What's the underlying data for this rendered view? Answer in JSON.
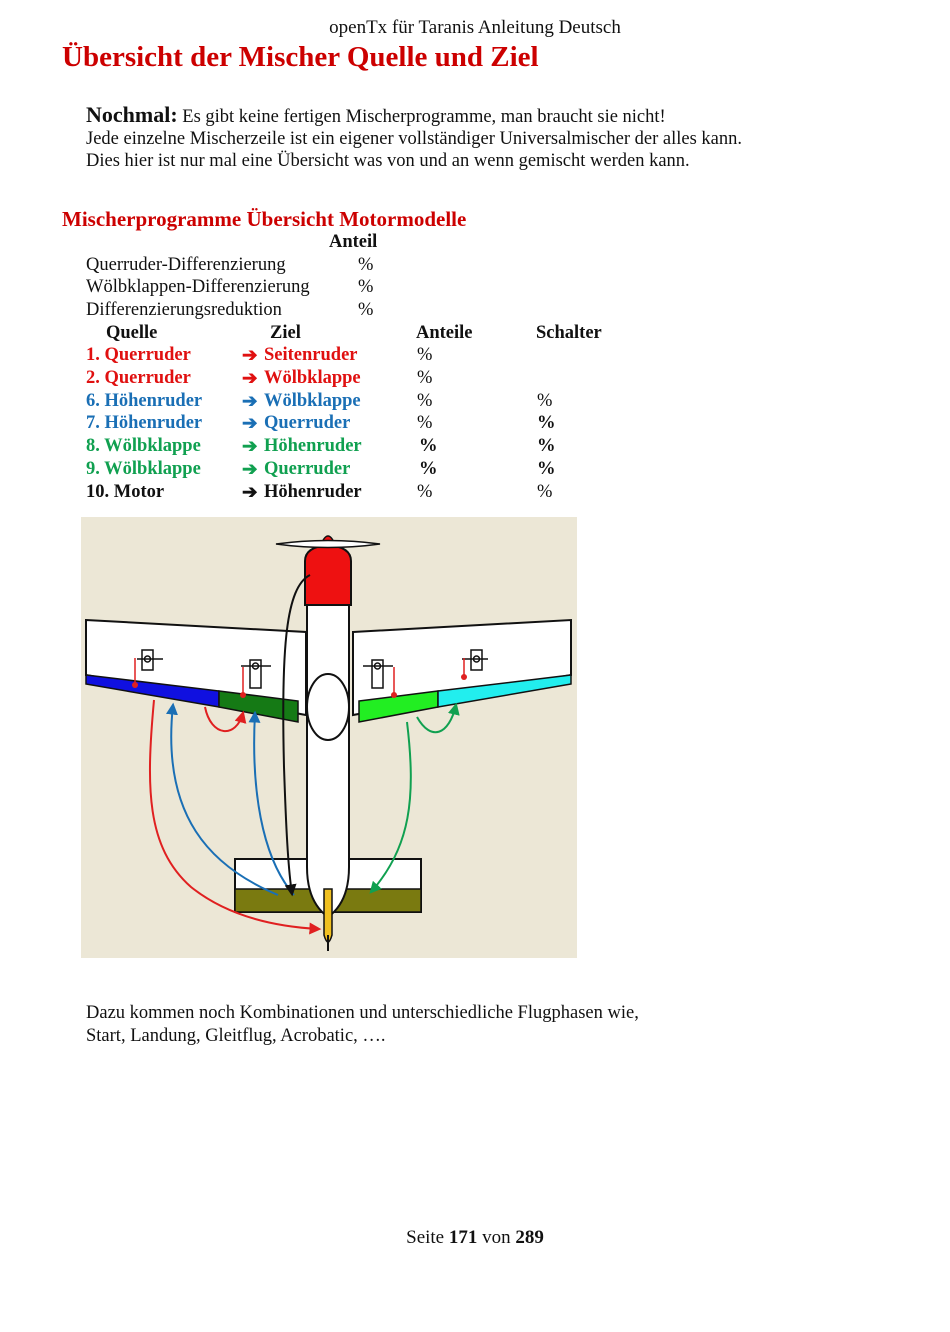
{
  "header": {
    "running_title": "openTx für Taranis Anleitung Deutsch",
    "page_title": "Übersicht der Mischer  Quelle und Ziel"
  },
  "intro": {
    "lead": "Nochmal:",
    "line1_rest": " Es gibt keine fertigen Mischerprogramme, man braucht sie nicht!",
    "line2": "Jede einzelne Mischerzeile ist ein eigener vollständiger Universalmischer der alles  kann.",
    "line3": "Dies hier ist nur mal eine  Übersicht was von und an wenn gemischt werden kann."
  },
  "section": {
    "title": "Mischerprogramme Übersicht Motormodelle",
    "anteil_header": "Anteil",
    "differentials": [
      {
        "label": "Querruder-Differenzierung",
        "value": "%"
      },
      {
        "label": "Wölbklappen-Differenzierung",
        "value": "%"
      },
      {
        "label": "Differenzierungsreduktion",
        "value": "%"
      }
    ],
    "columns": {
      "source": "Quelle",
      "target": "Ziel",
      "shares": "Anteile",
      "switch": "Schalter"
    },
    "arrow": "➔",
    "mixers": [
      {
        "source": "1. Querruder",
        "target": "Seitenruder",
        "share": "%",
        "switch": "",
        "color": "#e01010"
      },
      {
        "source": "2. Querruder",
        "target": "Wölbklappe",
        "share": "%",
        "switch": "",
        "color": "#e01010"
      },
      {
        "source": "6. Höhenruder",
        "target": "Wölbklappe",
        "share": "%",
        "switch": "%",
        "color": "#1a6fb5"
      },
      {
        "source": "7. Höhenruder",
        "target": "Querruder",
        "share": "%",
        "switch": "%",
        "color": "#1a6fb5"
      },
      {
        "source": "8. Wölbklappe",
        "target": "Höhenruder",
        "share": "%",
        "switch": "%",
        "color": "#10a050"
      },
      {
        "source": "9. Wölbklappe",
        "target": "Querruder",
        "share": "%",
        "switch": "%",
        "color": "#10a050"
      },
      {
        "source": "10. Motor",
        "target": "Höhenruder",
        "share": "%",
        "switch": "%",
        "color": "#111111"
      }
    ]
  },
  "footer": {
    "line1": "Dazu kommen noch Kombinationen und unterschiedliche Flugphasen wie,",
    "line2": "Start, Landung, Gleitflug, Acrobatic, …."
  },
  "page": {
    "prefix": "Seite ",
    "current": "171",
    "middle": " von ",
    "total": "289"
  }
}
